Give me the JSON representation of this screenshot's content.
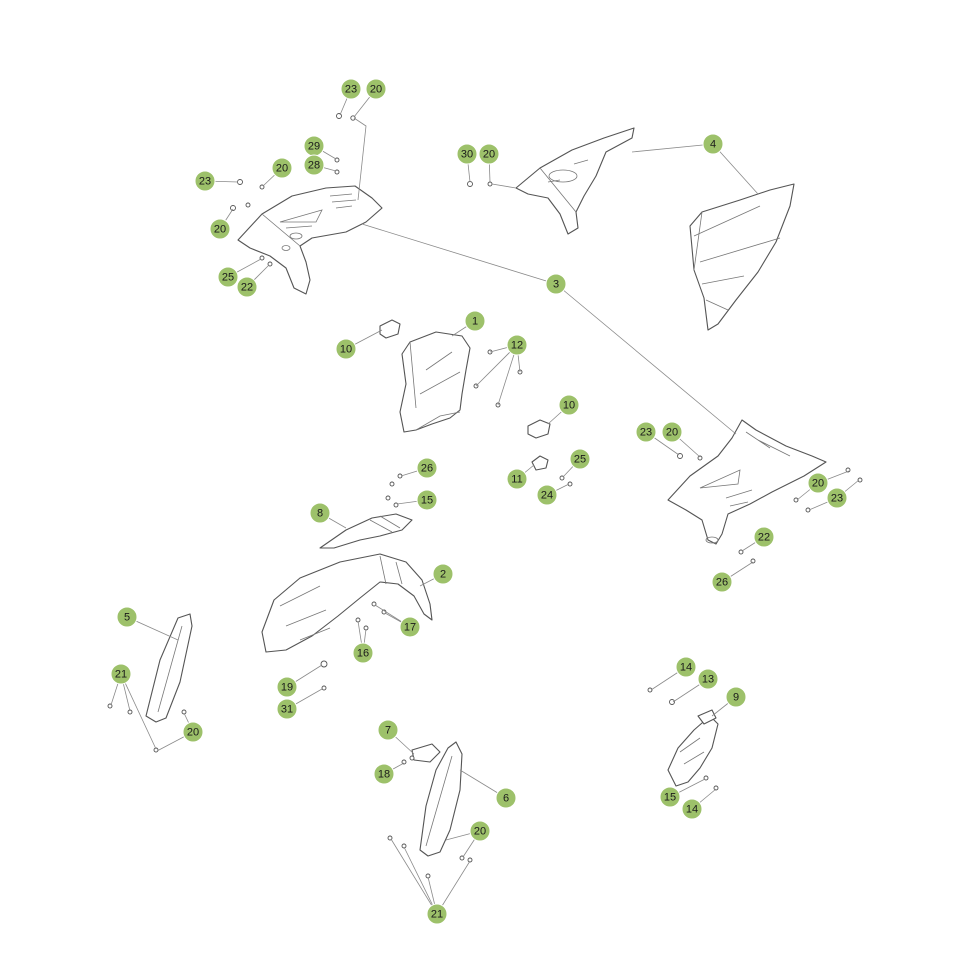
{
  "diagram": {
    "style": {
      "callout_fill": "#9dc16a",
      "line_color": "#555555",
      "background": "#ffffff"
    },
    "callouts": [
      {
        "id": "c-23-a",
        "label": "23"
      },
      {
        "id": "c-20-a",
        "label": "20"
      },
      {
        "id": "c-29",
        "label": "29"
      },
      {
        "id": "c-28",
        "label": "28"
      },
      {
        "id": "c-20-b",
        "label": "20"
      },
      {
        "id": "c-23-b",
        "label": "23"
      },
      {
        "id": "c-20-c",
        "label": "20"
      },
      {
        "id": "c-25-a",
        "label": "25"
      },
      {
        "id": "c-22-a",
        "label": "22"
      },
      {
        "id": "c-30",
        "label": "30"
      },
      {
        "id": "c-20-d",
        "label": "20"
      },
      {
        "id": "c-4",
        "label": "4"
      },
      {
        "id": "c-3",
        "label": "3"
      },
      {
        "id": "c-1",
        "label": "1"
      },
      {
        "id": "c-10-a",
        "label": "10"
      },
      {
        "id": "c-12",
        "label": "12"
      },
      {
        "id": "c-10-b",
        "label": "10"
      },
      {
        "id": "c-23-c",
        "label": "23"
      },
      {
        "id": "c-20-e",
        "label": "20"
      },
      {
        "id": "c-26-a",
        "label": "26"
      },
      {
        "id": "c-15-a",
        "label": "15"
      },
      {
        "id": "c-25-b",
        "label": "25"
      },
      {
        "id": "c-11",
        "label": "11"
      },
      {
        "id": "c-24",
        "label": "24"
      },
      {
        "id": "c-8",
        "label": "8"
      },
      {
        "id": "c-20-f",
        "label": "20"
      },
      {
        "id": "c-23-d",
        "label": "23"
      },
      {
        "id": "c-22-b",
        "label": "22"
      },
      {
        "id": "c-26-b",
        "label": "26"
      },
      {
        "id": "c-2",
        "label": "2"
      },
      {
        "id": "c-17",
        "label": "17"
      },
      {
        "id": "c-16",
        "label": "16"
      },
      {
        "id": "c-5",
        "label": "5"
      },
      {
        "id": "c-19",
        "label": "19"
      },
      {
        "id": "c-31",
        "label": "31"
      },
      {
        "id": "c-21-a",
        "label": "21"
      },
      {
        "id": "c-20-g",
        "label": "20"
      },
      {
        "id": "c-14-a",
        "label": "14"
      },
      {
        "id": "c-13",
        "label": "13"
      },
      {
        "id": "c-9",
        "label": "9"
      },
      {
        "id": "c-7",
        "label": "7"
      },
      {
        "id": "c-18",
        "label": "18"
      },
      {
        "id": "c-6",
        "label": "6"
      },
      {
        "id": "c-15-b",
        "label": "15"
      },
      {
        "id": "c-14-b",
        "label": "14"
      },
      {
        "id": "c-20-h",
        "label": "20"
      },
      {
        "id": "c-21-b",
        "label": "21"
      }
    ]
  }
}
